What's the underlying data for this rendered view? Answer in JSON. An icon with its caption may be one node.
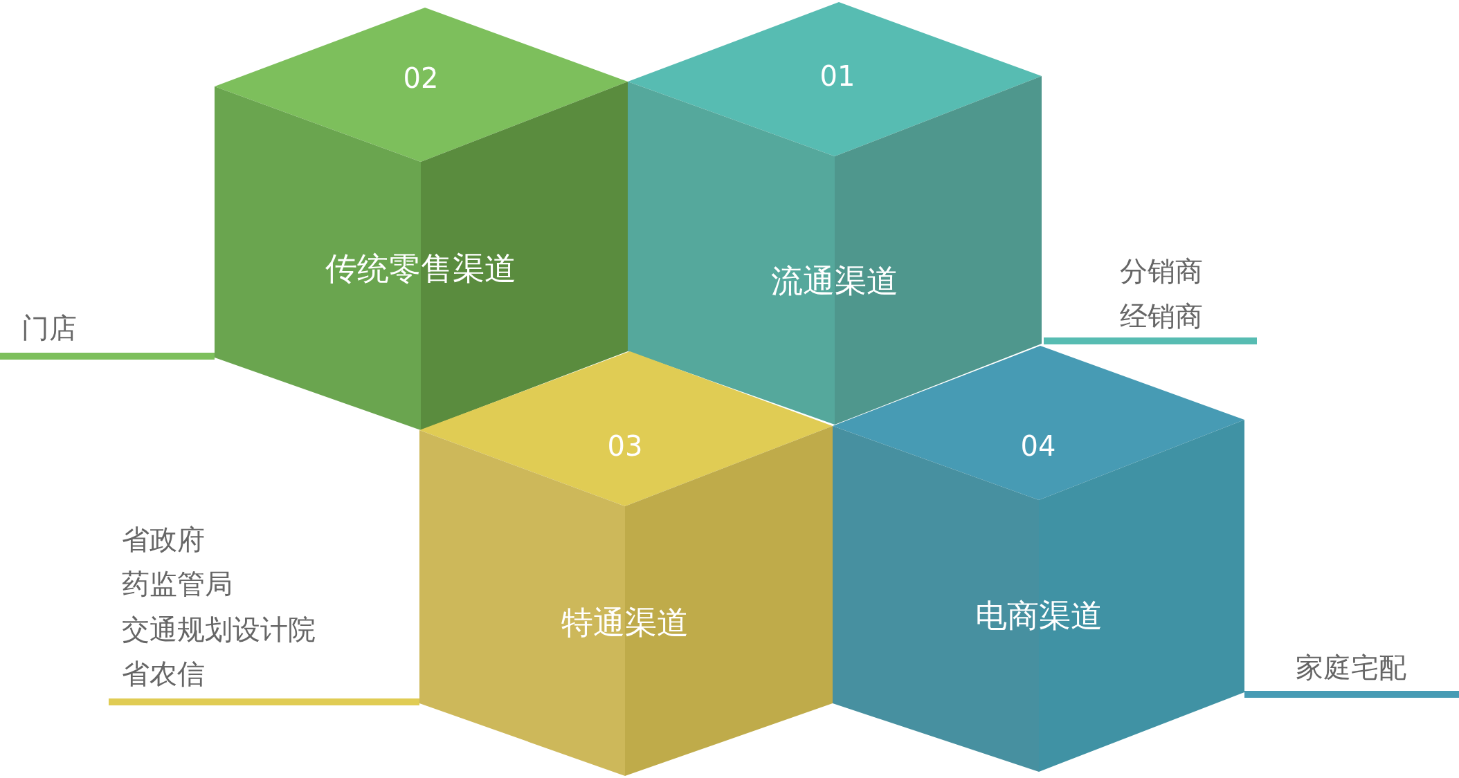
{
  "diagram": {
    "nodes": [
      {
        "text": [
          "02",
          "传统零售渠道"
        ]
      },
      {
        "text": [
          "01",
          "流通渠道"
        ],
        "beside": [
          "分销商",
          "经销商"
        ]
      },
      {
        "text": [
          "03",
          "特通渠道"
        ],
        "beside": [
          "省政府",
          "药监管局",
          "交通规划设计院",
          "省农信"
        ]
      },
      {
        "text": [
          "04",
          "电商渠道"
        ],
        "beside": [
          "家庭宅配"
        ]
      }
    ],
    "labels": [
      "门店"
    ]
  }
}
